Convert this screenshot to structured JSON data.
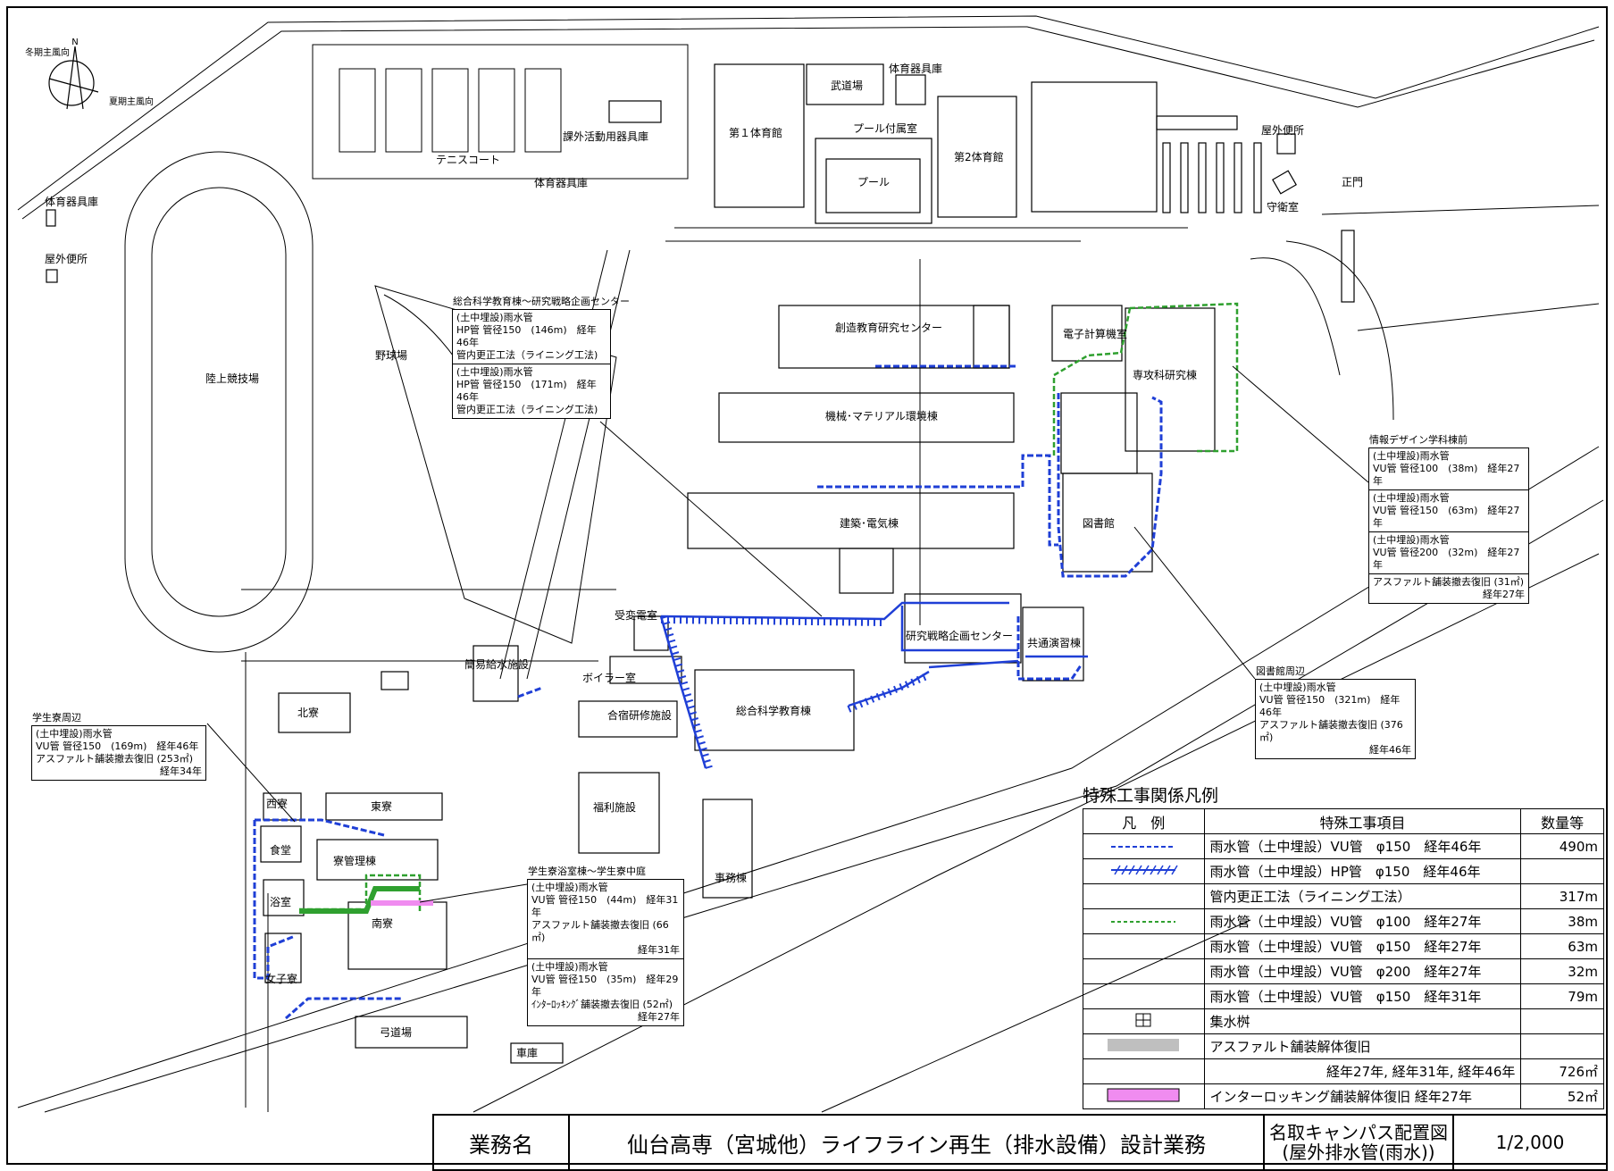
{
  "compass": {
    "north": "N",
    "winter_wind": "冬期主風向",
    "summer_wind": "夏期主風向"
  },
  "buildings": {
    "tennis": "テニスコート",
    "equip_storage_top": "体育器具庫",
    "club_storage": "課外活動用器具庫",
    "gym1": "第１体育館",
    "budo": "武道場",
    "pool_annex": "プール付属室",
    "pool": "プール",
    "gym2": "第2体育館",
    "equip_storage_mid": "体育器具庫",
    "outdoor_toilet_right": "屋外便所",
    "gate": "正門",
    "guard": "守衛室",
    "equip_storage_left": "体育器具庫",
    "outdoor_toilet_left": "屋外便所",
    "track": "陸上競技場",
    "baseball": "野球場",
    "sozo": "創造教育研究センター",
    "denshi": "電子計算機室",
    "senko": "専攻科研究棟",
    "kikai": "機械･マテリアル環境棟",
    "kenchiku": "建築･電気棟",
    "library": "図書館",
    "kenkyu": "研究戦略企画センター",
    "kyotsu": "共通演習棟",
    "jyuhen": "受変電室",
    "boiler": "ボイラー室",
    "gasshuku": "合宿研修施設",
    "sogo": "総合科学教育棟",
    "kani": "簡易給水施設",
    "kitaryo": "北寮",
    "fukuri": "福利施設",
    "jimu": "事務棟",
    "nishiryo": "西寮",
    "higashiryo": "東寮",
    "shokudo": "食堂",
    "ryokanri": "寮管理棟",
    "yokushitsu": "浴室",
    "minamiryo": "南寮",
    "joshiryo": "女子寮",
    "kyudo": "弓道場",
    "shako": "車庫"
  },
  "callouts": {
    "sogo": {
      "head": "総合科学教育棟～研究戦略企画センター",
      "sections": [
        [
          "(土中埋設)雨水管",
          "HP管 管径150　(146m)　経年46年",
          "管内更正工法（ライニング工法)"
        ],
        [
          "(土中埋設)雨水管",
          "HP管 管径150　(171m)　経年46年",
          "管内更正工法（ライニング工法)"
        ]
      ]
    },
    "joho": {
      "head": "情報デザイン学科棟前",
      "sections": [
        [
          "(土中埋設)雨水管",
          "VU管 管径100　(38m)　経年27年"
        ],
        [
          "(土中埋設)雨水管",
          "VU管 管径150　(63m)　経年27年"
        ],
        [
          "(土中埋設)雨水管",
          "VU管 管径200　(32m)　経年27年"
        ],
        [
          "アスファルト舗装撤去復旧 (31㎡)",
          "経年27年"
        ]
      ]
    },
    "toshokan": {
      "head": "図書館周辺",
      "sections": [
        [
          "(土中埋設)雨水管",
          "VU管 管径150　(321m)　経年46年",
          "アスファルト舗装撤去復旧 (376㎡)",
          "経年46年"
        ]
      ]
    },
    "gakuseiryo": {
      "head": "学生寮周辺",
      "sections": [
        [
          "(土中埋設)雨水管",
          "VU管 管径150　(169m)　経年46年",
          "アスファルト舗装撤去復旧 (253㎡)",
          "経年34年"
        ]
      ]
    },
    "yokushitsu": {
      "head": "学生寮浴室棟～学生寮中庭",
      "sections": [
        [
          "(土中埋設)雨水管",
          "VU管 管径150　(44m)　経年31年",
          "アスファルト舗装撤去復旧 (66㎡)",
          "経年31年"
        ],
        [
          "(土中埋設)雨水管",
          "VU管 管径150　(35m)　経年29年",
          "ｲﾝﾀｰﾛｯｷﾝｸﾞ舗装撤去復旧 (52㎡)",
          "経年27年"
        ]
      ]
    }
  },
  "legend": {
    "title": "特殊工事関係凡例",
    "headers": [
      "凡　例",
      "特殊工事項目",
      "数量等"
    ],
    "rows": [
      {
        "symbol": "blue-dash",
        "item": "雨水管（土中埋設）VU管　φ150　経年46年",
        "qty": "490m"
      },
      {
        "symbol": "blue-hatch",
        "item": "雨水管（土中埋設）HP管　φ150　経年46年",
        "qty": ""
      },
      {
        "symbol": "",
        "item": "管内更正工法（ライニング工法）",
        "qty": "317m"
      },
      {
        "symbol": "green-dash",
        "item": "雨水管（土中埋設）VU管　φ100　経年27年",
        "qty": "38m"
      },
      {
        "symbol": "",
        "item": "雨水管（土中埋設）VU管　φ150　経年27年",
        "qty": "63m"
      },
      {
        "symbol": "",
        "item": "雨水管（土中埋設）VU管　φ200　経年27年",
        "qty": "32m"
      },
      {
        "symbol": "",
        "item": "雨水管（土中埋設）VU管　φ150　経年31年",
        "qty": "79m"
      },
      {
        "symbol": "catch-basin",
        "item": "集水桝",
        "qty": ""
      },
      {
        "symbol": "gray-bar",
        "item": "アスファルト舗装解体復旧",
        "qty": ""
      },
      {
        "symbol": "",
        "item": "経年27年, 経年31年, 経年46年",
        "qty": "726㎡",
        "align": "right"
      },
      {
        "symbol": "pink-bar",
        "item": "インターロッキング舗装解体復旧 経年27年",
        "qty": "52㎡"
      }
    ],
    "colors": {
      "blue": "#1f3fd6",
      "green": "#2fa02f",
      "gray": "#bfbfbf",
      "pink": "#f08cf0"
    }
  },
  "titleblock": {
    "label": "業務名",
    "project": "仙台高専（宮城他）ライフライン再生（排水設備）設計業務",
    "drawing_line1": "名取キャンパス配置図",
    "drawing_line2": "(屋外排水管(雨水))",
    "scale": "1/2,000"
  }
}
